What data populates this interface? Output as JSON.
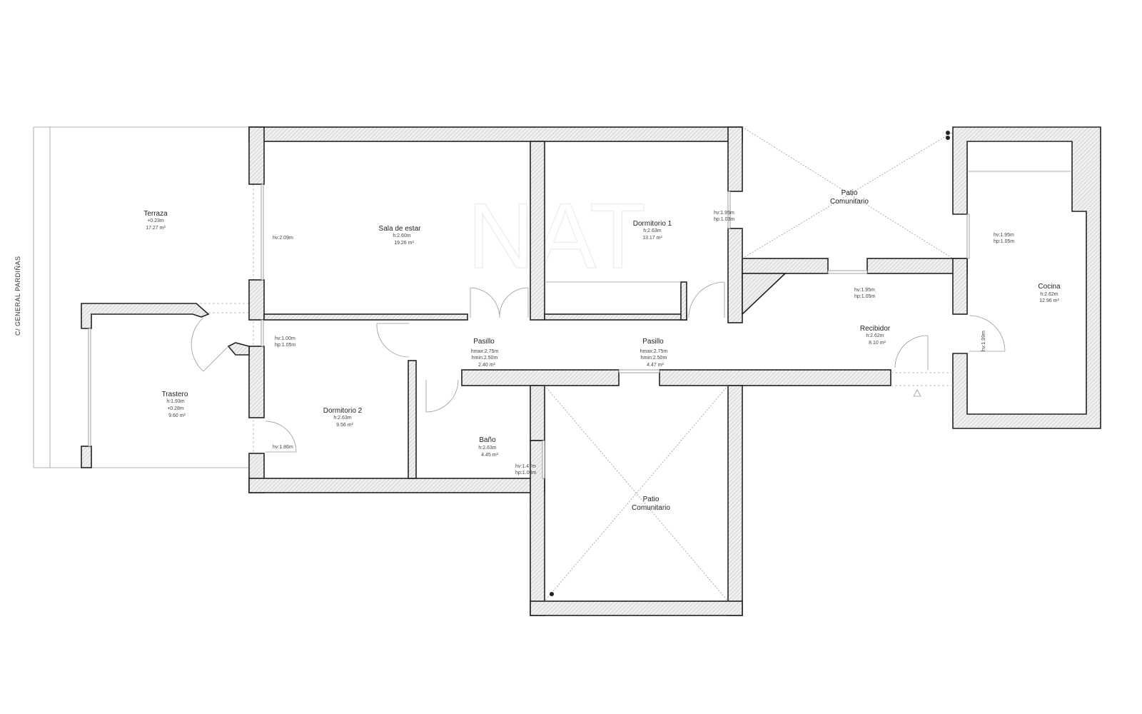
{
  "street": "C/ GENERAL PARDIÑAS",
  "watermark": "NAT",
  "rooms": {
    "terraza": {
      "name": "Terraza",
      "l1": "+0.23m",
      "l2": "17.27 m²"
    },
    "sala": {
      "name": "Sala de estar",
      "l1": "h:2.60m",
      "l2": "19.26 m²"
    },
    "dorm1": {
      "name": "Dormitorio 1",
      "l1": "h:2.63m",
      "l2": "13.17 m²"
    },
    "patio1": {
      "name": "Patio",
      "l1": "Comunitario"
    },
    "cocina": {
      "name": "Cocina",
      "l1": "h:2.62m",
      "l2": "12.96 m²"
    },
    "recibidor": {
      "name": "Recibidor",
      "l1": "h:2.62m",
      "l2": "8.10 m²"
    },
    "pasillo1": {
      "name": "Pasillo",
      "l1": "hmax:2.75m",
      "l2": "hmin:2.50m",
      "l3": "2.40 m²"
    },
    "pasillo2": {
      "name": "Pasillo",
      "l1": "hmax:2.75m",
      "l2": "hmin:2.50m",
      "l3": "4.47 m²"
    },
    "trastero": {
      "name": "Trastero",
      "l1": "h:1.93m",
      "l2": "+0.28m",
      "l3": "9.60 m²"
    },
    "dorm2": {
      "name": "Dormitorio 2",
      "l1": "h:2.63m",
      "l2": "9.56 m²"
    },
    "bano": {
      "name": "Baño",
      "l1": "h:2.63m",
      "l2": "4.45 m²"
    },
    "patio2": {
      "name": "Patio",
      "l1": "Comunitario"
    }
  },
  "notes": {
    "sala_win": "hv:2.09m",
    "dorm2_win_a": "hv:1.00m",
    "dorm2_win_b": "hp:1.05m",
    "dorm2_door": "hv:1.86m",
    "dorm1_win_a": "hv:1.95m",
    "dorm1_win_b": "hp:1.03m",
    "rec_win_a": "hv:1.95m",
    "rec_win_b": "hp:1.05m",
    "coc_win_a": "hv:1.95m",
    "coc_win_b": "hp:1.05m",
    "coc_door": "hv:1.99m",
    "bano_win_a": "hv:1.47m",
    "bano_win_b": "hp:1.00m"
  }
}
